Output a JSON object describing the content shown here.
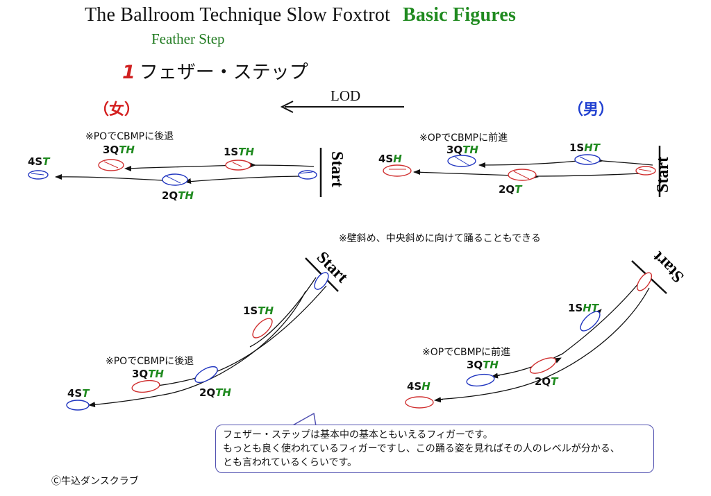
{
  "header": {
    "title_main": "The Ballroom Technique  Slow Foxtrot",
    "title_accent": "Basic Figures",
    "subtitle": "Feather Step",
    "jp_number": "1",
    "jp_title": "フェザー・ステップ"
  },
  "lod": {
    "label": "LOD"
  },
  "female": {
    "label": "（女）"
  },
  "male": {
    "label": "（男）"
  },
  "start_label": "Start",
  "female_straight": {
    "note": "※POでCBMPに後退",
    "steps": [
      {
        "n": "1S",
        "t": "TH"
      },
      {
        "n": "2Q",
        "t": "TH"
      },
      {
        "n": "3Q",
        "t": "TH"
      },
      {
        "n": "4S",
        "t": "T"
      }
    ]
  },
  "male_straight": {
    "note": "※OPでCBMPに前進",
    "steps": [
      {
        "n": "1S",
        "t": "HT"
      },
      {
        "n": "2Q",
        "t": "T"
      },
      {
        "n": "3Q",
        "t": "TH"
      },
      {
        "n": "4S",
        "t": "H"
      }
    ]
  },
  "wall_note": "※壁斜め、中央斜めに向けて踊ることもできる",
  "female_diagonal": {
    "note": "※POでCBMPに後退",
    "steps": [
      {
        "n": "1S",
        "t": "TH"
      },
      {
        "n": "2Q",
        "t": "TH"
      },
      {
        "n": "3Q",
        "t": "TH"
      },
      {
        "n": "4S",
        "t": "T"
      }
    ]
  },
  "male_diagonal": {
    "note": "※OPでCBMPに前進",
    "steps": [
      {
        "n": "1S",
        "t": "HT"
      },
      {
        "n": "2Q",
        "t": "T"
      },
      {
        "n": "3Q",
        "t": "TH"
      },
      {
        "n": "4S",
        "t": "H"
      }
    ]
  },
  "info_box": {
    "line1": "フェザー・ステップは基本中の基本ともいえるフィガーです。",
    "line2": "もっとも良く使われているフィガーですし、この踊る姿を見ればその人のレベルが分かる、",
    "line3": "とも言われているくらいです。"
  },
  "copyright": "Ⓒ牛込ダンスクラブ",
  "colors": {
    "red_foot": "#d03030",
    "blue_foot": "#2035c0",
    "green_text": "#1f8a1f"
  }
}
